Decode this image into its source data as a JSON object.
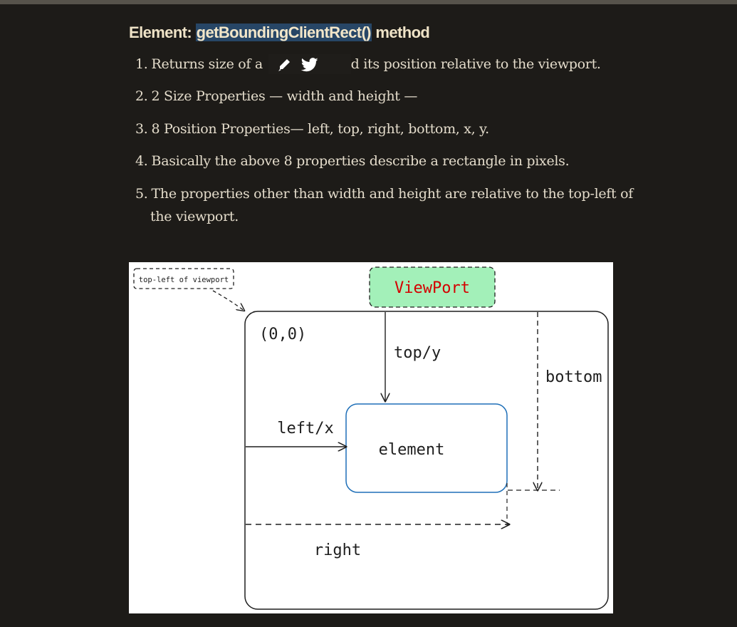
{
  "article": {
    "title_prefix": "Element: ",
    "title_highlight": "getBoundingClientRect()",
    "title_suffix": " method",
    "points": [
      {
        "num": "1.",
        "text_before": "Returns size of a ",
        "text_after": "d its position relative to the viewport."
      },
      {
        "num": "2.",
        "text": "2 Size Properties — width and height —"
      },
      {
        "num": "3.",
        "text": "8 Position Properties— left, top, right, bottom, x, y."
      },
      {
        "num": "4.",
        "text": "Basically the above 8 properties describe a rectangle in pixels."
      },
      {
        "num": "5.",
        "text_line1": "The properties other than width and height are relative to the top-left of",
        "text_line2": "the viewport."
      }
    ]
  },
  "selection_toolbar": {
    "icons": [
      "pencil-icon",
      "twitter-bird-icon"
    ]
  },
  "diagram": {
    "note_label": "top-left of viewport",
    "viewport_label": "ViewPort",
    "origin_label": "(0,0)",
    "top_label": "top/y",
    "bottom_label": "bottom",
    "left_label": "left/x",
    "element_label": "element",
    "right_label": "right",
    "colors": {
      "viewport_fill": "#a3f0b9",
      "viewport_text": "#d40000",
      "element_stroke": "#1e6fb8",
      "stroke": "#1e1e1e"
    }
  }
}
